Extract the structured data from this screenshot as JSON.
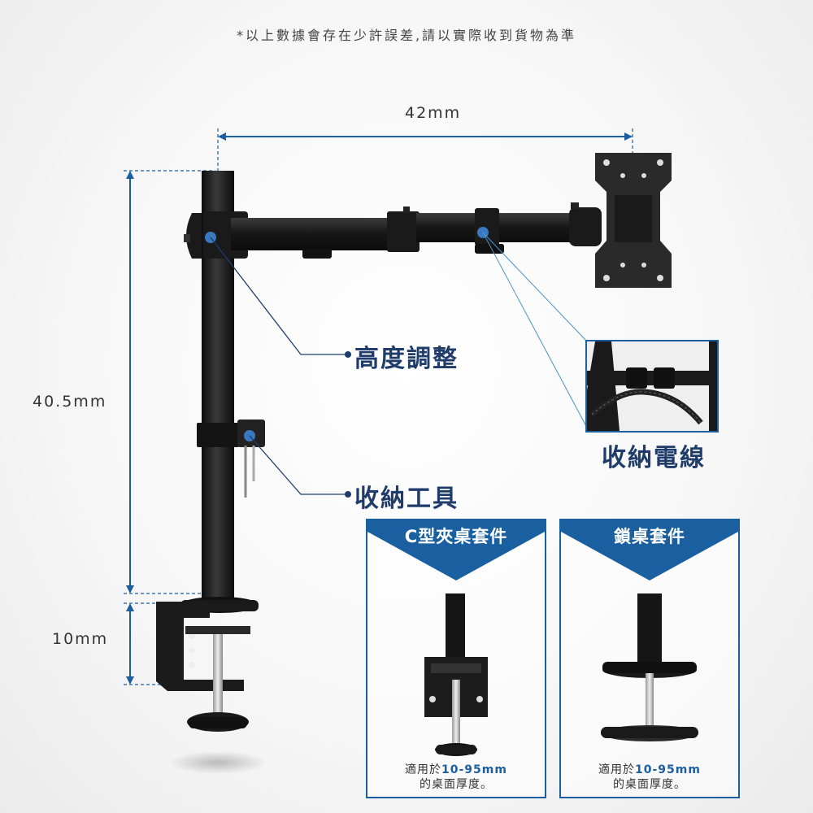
{
  "disclaimer": "*以上數據會存在少許誤差,請以實際收到貨物為準",
  "dimensions": {
    "width": "42mm",
    "height": "40.5mm",
    "clamp": "10mm"
  },
  "callouts": {
    "height_adjust": "高度調整",
    "tool_storage": "收納工具",
    "cable_management": "收納電線"
  },
  "panels": [
    {
      "title": "C型夾桌套件",
      "note_prefix": "適用於",
      "note_range": "10-95mm",
      "note_suffix": "的桌面厚度。"
    },
    {
      "title": "鎖桌套件",
      "note_prefix": "適用於",
      "note_range": "10-95mm",
      "note_suffix": "的桌面厚度。"
    }
  ],
  "colors": {
    "accent": "#1a5fa0",
    "leader": "#1f3c6b",
    "product": "#1c1c1c"
  }
}
